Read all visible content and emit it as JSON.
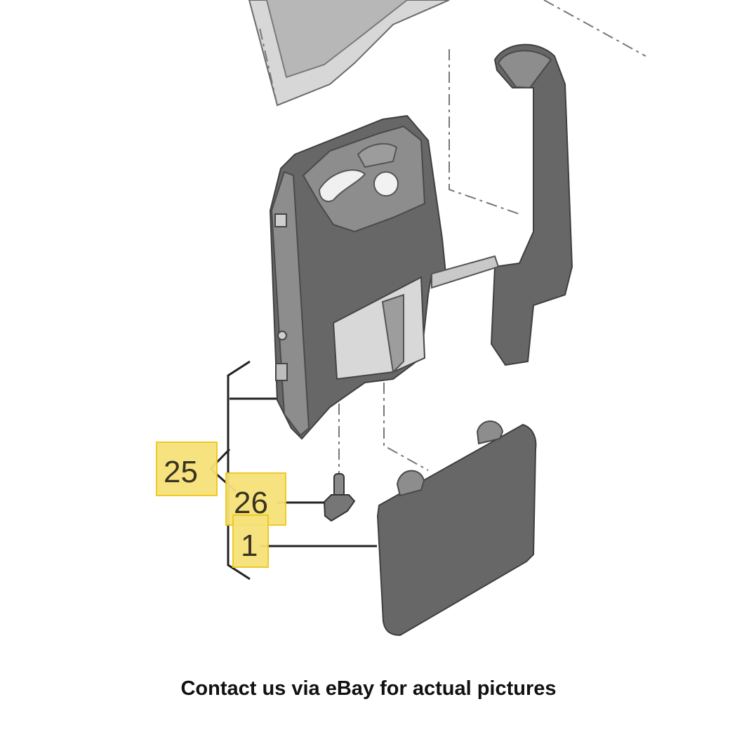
{
  "diagram": {
    "callouts": [
      {
        "id": "25",
        "label": "25"
      },
      {
        "id": "26",
        "label": "26"
      },
      {
        "id": "1",
        "label": "1"
      }
    ]
  },
  "footer": {
    "note": "Contact us via eBay for actual pictures"
  },
  "colors": {
    "highlight": "#f6e27a",
    "highlight_border": "#efc81a",
    "part_gray": "#676767",
    "text": "#111111"
  }
}
